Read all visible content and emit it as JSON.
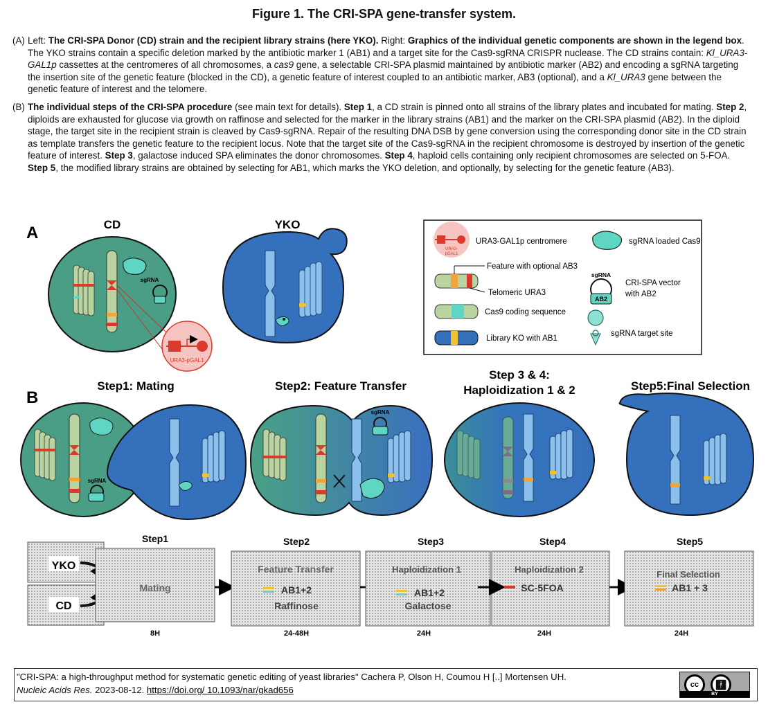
{
  "title": "Figure 1. The CRI-SPA gene-transfer system.",
  "paragraph_a": {
    "label": "(A)",
    "text_1": "Left: ",
    "bold_1": "The CRI-SPA Donor (CD) strain and the recipient library strains (here YKO).",
    "text_2": " Right: ",
    "bold_2": "Graphics of the individual genetic components are shown in the legend box",
    "text_3": ". The YKO strains contain a specific deletion marked by the antibiotic marker 1 (AB1) and a target site for the Cas9-sgRNA CRISPR nuclease. The CD strains contain: ",
    "italic_1": "Kl_URA3-GAL1p",
    "text_4": " cassettes at the centromeres of all chromosomes, a ",
    "italic_2": "cas9",
    "text_5": " gene, a selectable CRI-SPA plasmid maintained by antibiotic marker (AB2) and encoding a sgRNA targeting the insertion site of the genetic feature (blocked in the CD), a genetic feature of interest coupled to an antibiotic marker, AB3 (optional), and a ",
    "italic_3": "Kl_URA3",
    "text_6": " gene between the genetic feature of interest and the telomere."
  },
  "paragraph_b": {
    "label": "(B)",
    "bold_1": "The individual steps of the CRI-SPA procedure",
    "text_1": " (see main text for details). ",
    "bold_2": "Step 1",
    "text_2": ", a CD strain is pinned onto all strains of the library plates and incubated for mating. ",
    "bold_3": "Step 2",
    "text_3": ", diploids are exhausted for glucose via growth on raffinose and selected for the marker in the library strains (AB1) and the marker on the CRI-SPA plasmid (AB2). In the diploid stage, the target site in the recipient strain is cleaved by Cas9-sgRNA. Repair of the resulting DNA DSB by gene conversion using the corresponding donor site in the CD strain as template transfers the genetic feature to the recipient locus. Note that the target site of the Cas9-sgRNA in the recipient chromosome is destroyed by insertion of the genetic feature of interest. ",
    "bold_4": "Step 3",
    "text_4": ", galactose induced SPA eliminates the donor chromosomes. ",
    "bold_5": "Step 4",
    "text_5": ", haploid cells containing only recipient chromosomes are selected on 5-FOA. ",
    "bold_6": "Step 5",
    "text_6": ", the modified library strains are obtained by selecting for AB1, which marks the YKO deletion, and optionally, by selecting for the genetic feature (AB3)."
  },
  "panel_a": {
    "letter": "A",
    "cd_label": "CD",
    "yko_label": "YKO",
    "sgrna_label": "sgRNA",
    "promoter_label": "URA3-pGAL1",
    "legend": {
      "ura3_small_label_1": "URA3-",
      "ura3_small_label_2": "pGAL1",
      "ura3": "URA3-GAL1p centromere",
      "cas9_loaded": "sgRNA loaded Cas9",
      "feature": "Feature with optional AB3",
      "telomeric": "Telomeric URA3",
      "vector_sgrna": "sgRNA",
      "vector_ab2": "AB2",
      "vector_1": "CRI-SPA vector",
      "vector_2": "with AB2",
      "cas9_coding": "Cas9 coding sequence",
      "target_site": "sgRNA target site",
      "library_ko": "Library KO with AB1"
    }
  },
  "panel_b": {
    "letter": "B",
    "step1": "Step1: Mating",
    "step2": "Step2: Feature Transfer",
    "step34_1": "Step 3 & 4:",
    "step34_2": "Haploidization 1 & 2",
    "step5": "Step5:Final Selection",
    "sgrna_label": "sgRNA"
  },
  "plates": {
    "yko": "YKO",
    "cd": "CD",
    "step1": {
      "head": "Step1",
      "name": "Mating",
      "time": "8H"
    },
    "step2": {
      "head": "Step2",
      "name": "Feature Transfer",
      "marker": "AB1+2",
      "medium": "Raffinose",
      "time": "24-48H"
    },
    "step3": {
      "head": "Step3",
      "name": "Haploidization 1",
      "marker": "AB1+2",
      "medium": "Galactose",
      "time": "24H"
    },
    "step4": {
      "head": "Step4",
      "name": "Haploidization 2",
      "marker": "SC-5FOA",
      "time": "24H"
    },
    "step5": {
      "head": "Step5",
      "name": "Final Selection",
      "marker": "AB1 + 3",
      "time": "24H"
    }
  },
  "caption": {
    "quote": "\"CRI-SPA: a high-throughput method for systematic genetic editing of yeast libraries\" Cachera P, Olson H, Coumou H [..] Mortensen UH.",
    "journal": "Nucleic Acids Res.",
    "date": " 2023-08-12. ",
    "doi": "https://doi.org/ 10.1093/nar/gkad656",
    "license_cc": "cc",
    "license_by": "BY"
  },
  "colors": {
    "cd_cell": "#4a9e86",
    "yko_cell": "#3570bd",
    "chrom_green": "#b9d3a1",
    "chrom_blue": "#8cc0ec",
    "red": "#d93a2b",
    "orange": "#f0a53b",
    "teal": "#5fd6c4"
  }
}
